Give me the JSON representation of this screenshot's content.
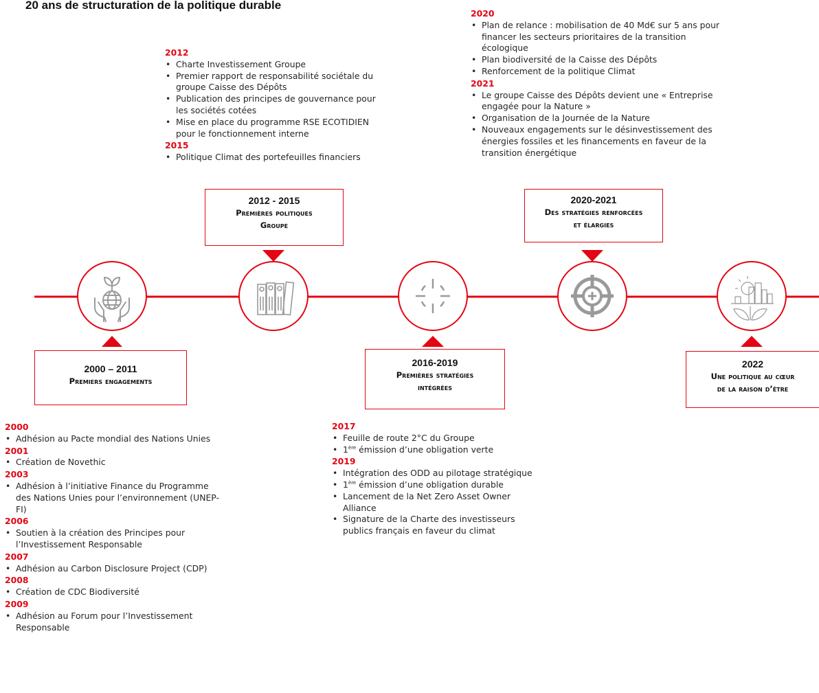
{
  "title": "20 ans de structuration de la politique durable",
  "colors": {
    "accent": "#e30613",
    "icon": "#9a9a9a"
  },
  "stages": [
    {
      "period": "2000 – 2011",
      "label": "Premiers engagements",
      "icon": "globe-hands-icon"
    },
    {
      "period": "2012 - 2015",
      "label_lines": [
        "Premières politiques",
        "Groupe"
      ],
      "icon": "binders-icon"
    },
    {
      "period": "2016-2019",
      "label_lines": [
        "Premières stratégies",
        "intégrées"
      ],
      "icon": "crosshair-icon"
    },
    {
      "period": "2020-2021",
      "label_lines": [
        "Des stratégies renforcées",
        "et élargies"
      ],
      "icon": "target-icon"
    },
    {
      "period": "2022",
      "label_lines": [
        "Une politique au cœur",
        "de la raison d’être"
      ],
      "icon": "city-leaves-icon"
    }
  ],
  "block_2012": {
    "y2012": "2012",
    "items_2012": [
      "Charte Investissement Groupe",
      "Premier rapport de responsabilité sociétale du groupe Caisse des Dépôts",
      "Publication des principes de gouvernance pour les sociétés cotées",
      "Mise en place du programme RSE ECOTIDIEN pour le fonctionnement interne"
    ],
    "y2015": "2015",
    "items_2015": [
      "Politique Climat des portefeuilles financiers"
    ]
  },
  "block_2020": {
    "y2020": "2020",
    "items_2020": [
      "Plan de relance : mobilisation de 40 Md€ sur 5 ans pour financer les secteurs prioritaires de la transition écologique",
      "Plan biodiversité de la Caisse des Dépôts",
      "Renforcement de la politique Climat"
    ],
    "y2021": "2021",
    "items_2021": [
      "Le groupe Caisse des Dépôts devient une « Entreprise engagée pour la Nature »",
      "Organisation de la Journée de la Nature",
      "Nouveaux engagements sur  le désinvestissement des énergies fossiles et les financements en faveur de la transition énergétique"
    ]
  },
  "block_2017": {
    "y2017": "2017",
    "i2017a": "Feuille de route 2°C du Groupe",
    "i2017b_sup": "ère",
    "i2017b": " émission d’une obligation verte",
    "y2019": "2019",
    "i2019a": "Intégration des ODD au pilotage stratégique",
    "i2019b_sup": "ère",
    "i2019b": " émission d’une obligation durable",
    "i2019c": "Lancement de la Net Zero Asset Owner Alliance",
    "i2019d": "Signature de la Charte des investisseurs publics français en faveur du climat"
  },
  "block_2000": {
    "y2000": "2000",
    "i2000": "Adhésion au Pacte mondial des Nations Unies",
    "y2001": "2001",
    "i2001": "Création de Novethic",
    "y2003": "2003",
    "i2003": "Adhésion à l’initiative Finance du Programme des Nations Unies pour l’environnement (UNEP-FI)",
    "y2006": "2006",
    "i2006": "Soutien à la création des Principes pour l’Investissement Responsable",
    "y2007": "2007",
    "i2007": "Adhésion au Carbon Disclosure Project (CDP)",
    "y2008": "2008",
    "i2008": "Création de CDC Biodiversité",
    "y2009": "2009",
    "i2009": "Adhésion au Forum pour l’Investissement Responsable"
  }
}
